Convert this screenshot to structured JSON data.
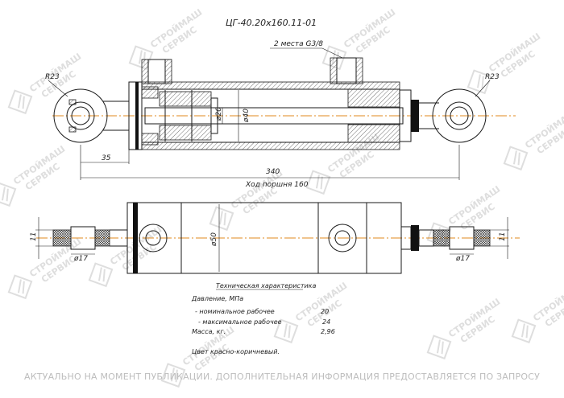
{
  "title": "ЦГ-40.20х160.11-01",
  "port_label": "2 места G3/8",
  "radius_left": "R23",
  "radius_right": "R23",
  "dim_35": "35",
  "dim_340": "340",
  "stroke_label": "Ход поршня 160",
  "dia_rod": "ø20",
  "dia_bore": "ø40",
  "dia_body": "ø50",
  "dia_eye_left": "ø17",
  "dia_eye_right": "ø17",
  "eye_width_left": "11",
  "eye_width_right": "11",
  "specs": {
    "header": "Техническая характеристика",
    "pressure": "Давление, МПа",
    "nominal_label": "- номинальное рабочее",
    "nominal_value": "20",
    "max_label": "- максимальное рабочее",
    "max_value": "24",
    "mass_label": "Масса, кг.",
    "mass_value": "2,96",
    "color": "Цвет красно-коричневый."
  },
  "footer": "АКТУАЛЬНО НА МОМЕНТ ПУБЛИКАЦИИ. ДОПОЛНИТЕЛЬНАЯ ИНФОРМАЦИЯ ПРЕДОСТАВЛЯЕТСЯ ПО ЗАПРОСУ",
  "watermark": {
    "line1": "СТРОЙМАШ",
    "line2": "СЕРВИС"
  },
  "colors": {
    "axis": "#e08a1e",
    "line": "#1a1a1a",
    "watermark": "#dedede",
    "footer": "#bdbdbd"
  }
}
